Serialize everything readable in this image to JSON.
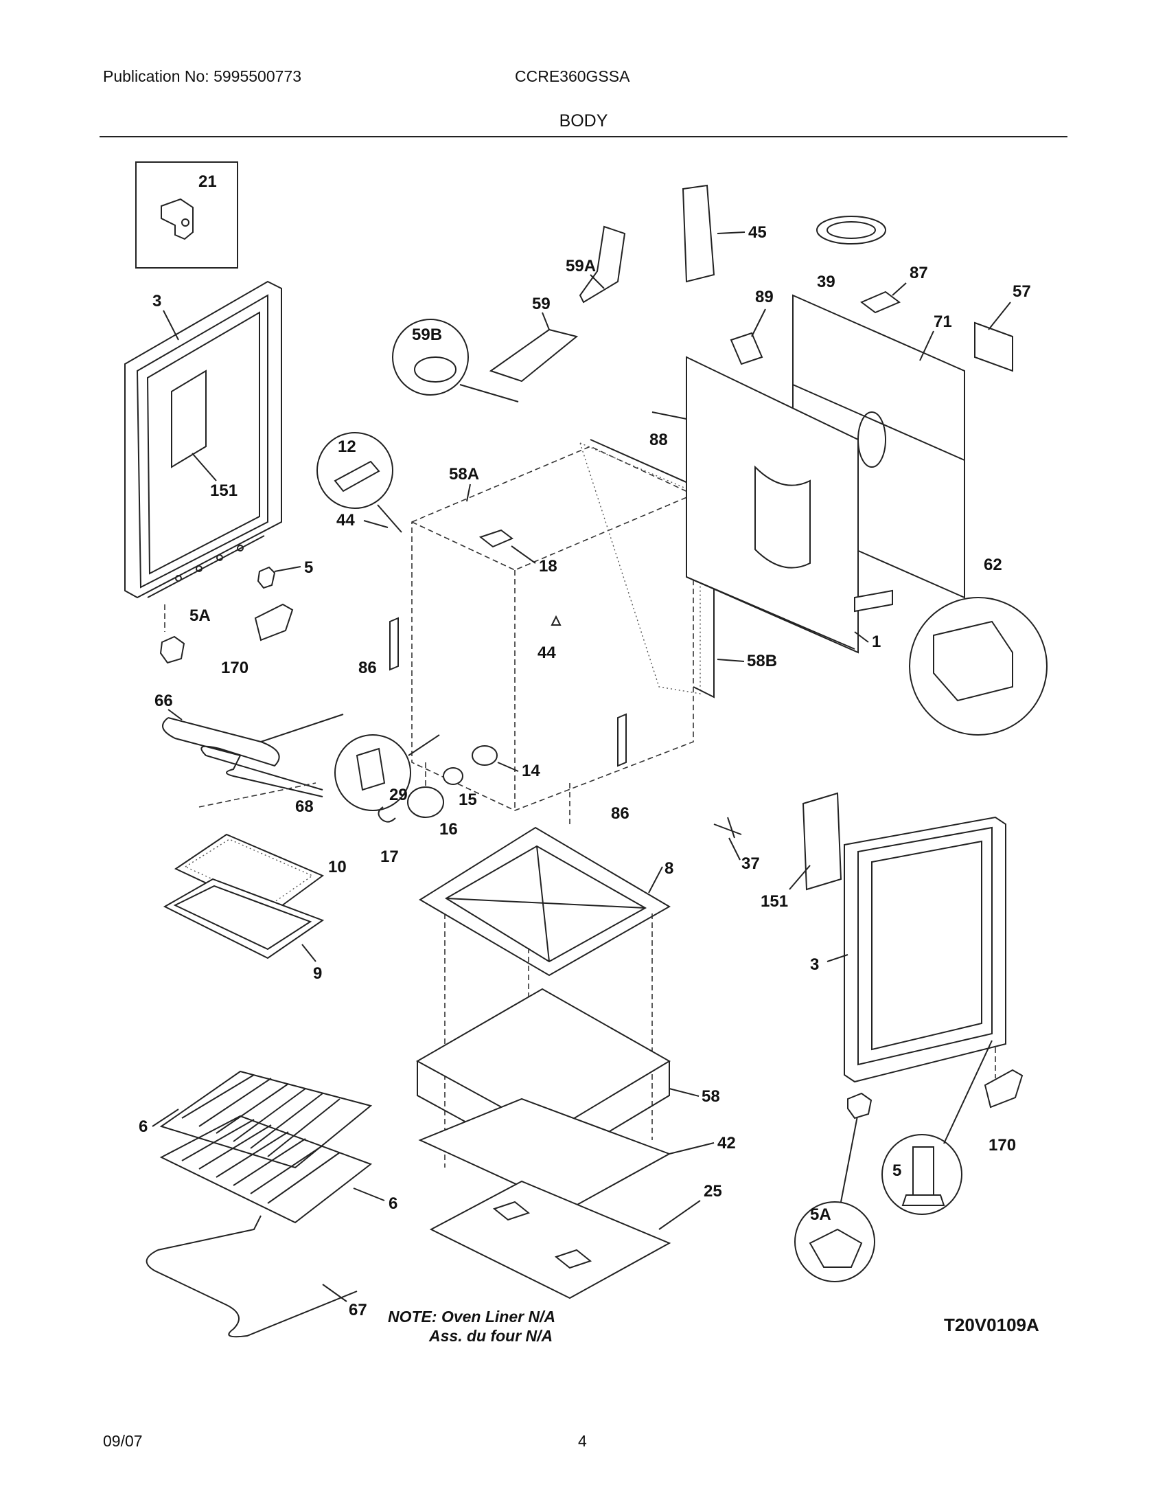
{
  "header": {
    "publication": "Publication No: 5995500773",
    "model": "CCRE360GSSA",
    "section": "BODY"
  },
  "diagram": {
    "labels": {
      "p21": "21",
      "p3a": "3",
      "p151a": "151",
      "p5a": "5",
      "p5Aa": "5A",
      "p170a": "170",
      "p66": "66",
      "p68": "68",
      "p10": "10",
      "p9": "9",
      "p6a": "6",
      "p6b": "6",
      "p67": "67",
      "p12": "12",
      "p44a": "44",
      "p58A": "58A",
      "p59B": "59B",
      "p59": "59",
      "p59A": "59A",
      "p45": "45",
      "p39": "39",
      "p87": "87",
      "p57": "57",
      "p89": "89",
      "p71": "71",
      "p88": "88",
      "p18": "18",
      "p44b": "44",
      "p86a": "86",
      "p58B": "58B",
      "p1": "1",
      "p62": "62",
      "p29": "29",
      "p14": "14",
      "p15": "15",
      "p16": "16",
      "p17": "17",
      "p86b": "86",
      "p37": "37",
      "p8": "8",
      "p151b": "151",
      "p3b": "3",
      "p58": "58",
      "p42": "42",
      "p25": "25",
      "p170b": "170",
      "p5b": "5",
      "p5Ab": "5A"
    },
    "note_line1": "NOTE: Oven Liner N/A",
    "note_line2": "Ass. du four N/A",
    "diagram_code": "T20V0109A"
  },
  "footer": {
    "date": "09/07",
    "page": "4"
  }
}
